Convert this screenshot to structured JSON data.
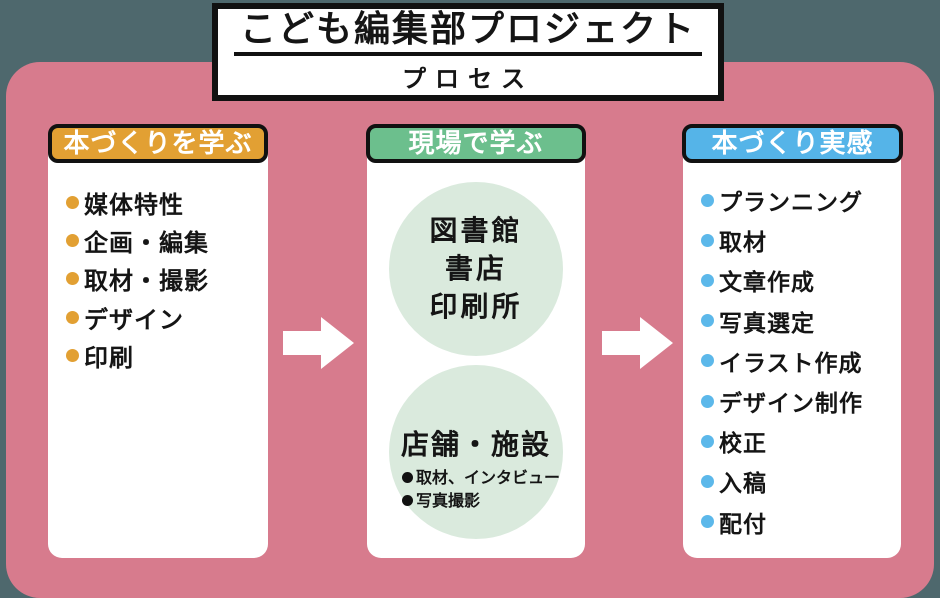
{
  "title": {
    "main": "こども編集部プロジェクト",
    "subtitle": "プロセス"
  },
  "columns": [
    {
      "id": "learn-bookmaking",
      "header": "本づくりを学ぶ",
      "accent_color": "#E2A033",
      "items": [
        "媒体特性",
        "企画・編集",
        "取材・撮影",
        "デザイン",
        "印刷"
      ]
    },
    {
      "id": "learn-onsite",
      "header": "現場で学ぶ",
      "accent_color": "#6CBF8D",
      "circles": [
        {
          "lines": [
            "図書館",
            "書店",
            "印刷所"
          ]
        },
        {
          "title": "店舗・施設",
          "items": [
            "取材、インタビュー",
            "写真撮影"
          ]
        }
      ]
    },
    {
      "id": "bookmaking-experience",
      "header": "本づくり実感",
      "accent_color": "#55B4E8",
      "items": [
        "プランニング",
        "取材",
        "文章作成",
        "写真選定",
        "イラスト作成",
        "デザイン制作",
        "校正",
        "入稿",
        "配付"
      ]
    }
  ],
  "colors": {
    "page_background": "#4E686D",
    "panel_background": "#D77B8D",
    "card_background": "#FFFFFF",
    "circle_background": "#DAEADD",
    "text": "#151515",
    "arrow": "#FFFFFF"
  },
  "icons": {
    "arrow": "arrow-right-icon",
    "bullet": "bullet-icon"
  }
}
